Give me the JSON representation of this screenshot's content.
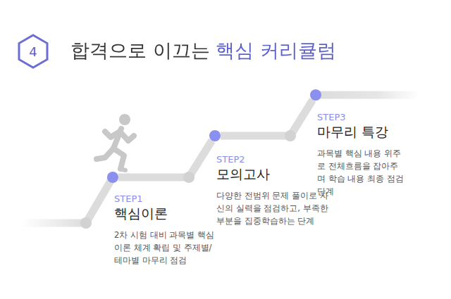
{
  "diagram": {
    "title": "합격으로 이끄는 핵심 커리큘럼",
    "nodes": [
      {
        "text": [
          "STEP1",
          "핵심이론",
          "2차 시험 대비 과목별 핵심이론 체계 확립 및 주제별/테마별 마무리 점검"
        ]
      },
      {
        "text": [
          "STEP2",
          "모의고사",
          "다양한 전범위 문제 풀이로 자신의 실력을 점검하고, 부족한 부분을 집중학습하는 단계"
        ]
      },
      {
        "text": [
          "STEP3",
          "마무리 특강",
          "과목별 핵심 내용 위주로 전체흐름을 잡아주며 학습 내용 최종 점검 단계"
        ]
      }
    ],
    "edges": [
      {
        "from": 0,
        "to": 1,
        "arrow": "none"
      },
      {
        "from": 1,
        "to": 2,
        "arrow": "none"
      }
    ],
    "labels": [
      "4"
    ]
  }
}
